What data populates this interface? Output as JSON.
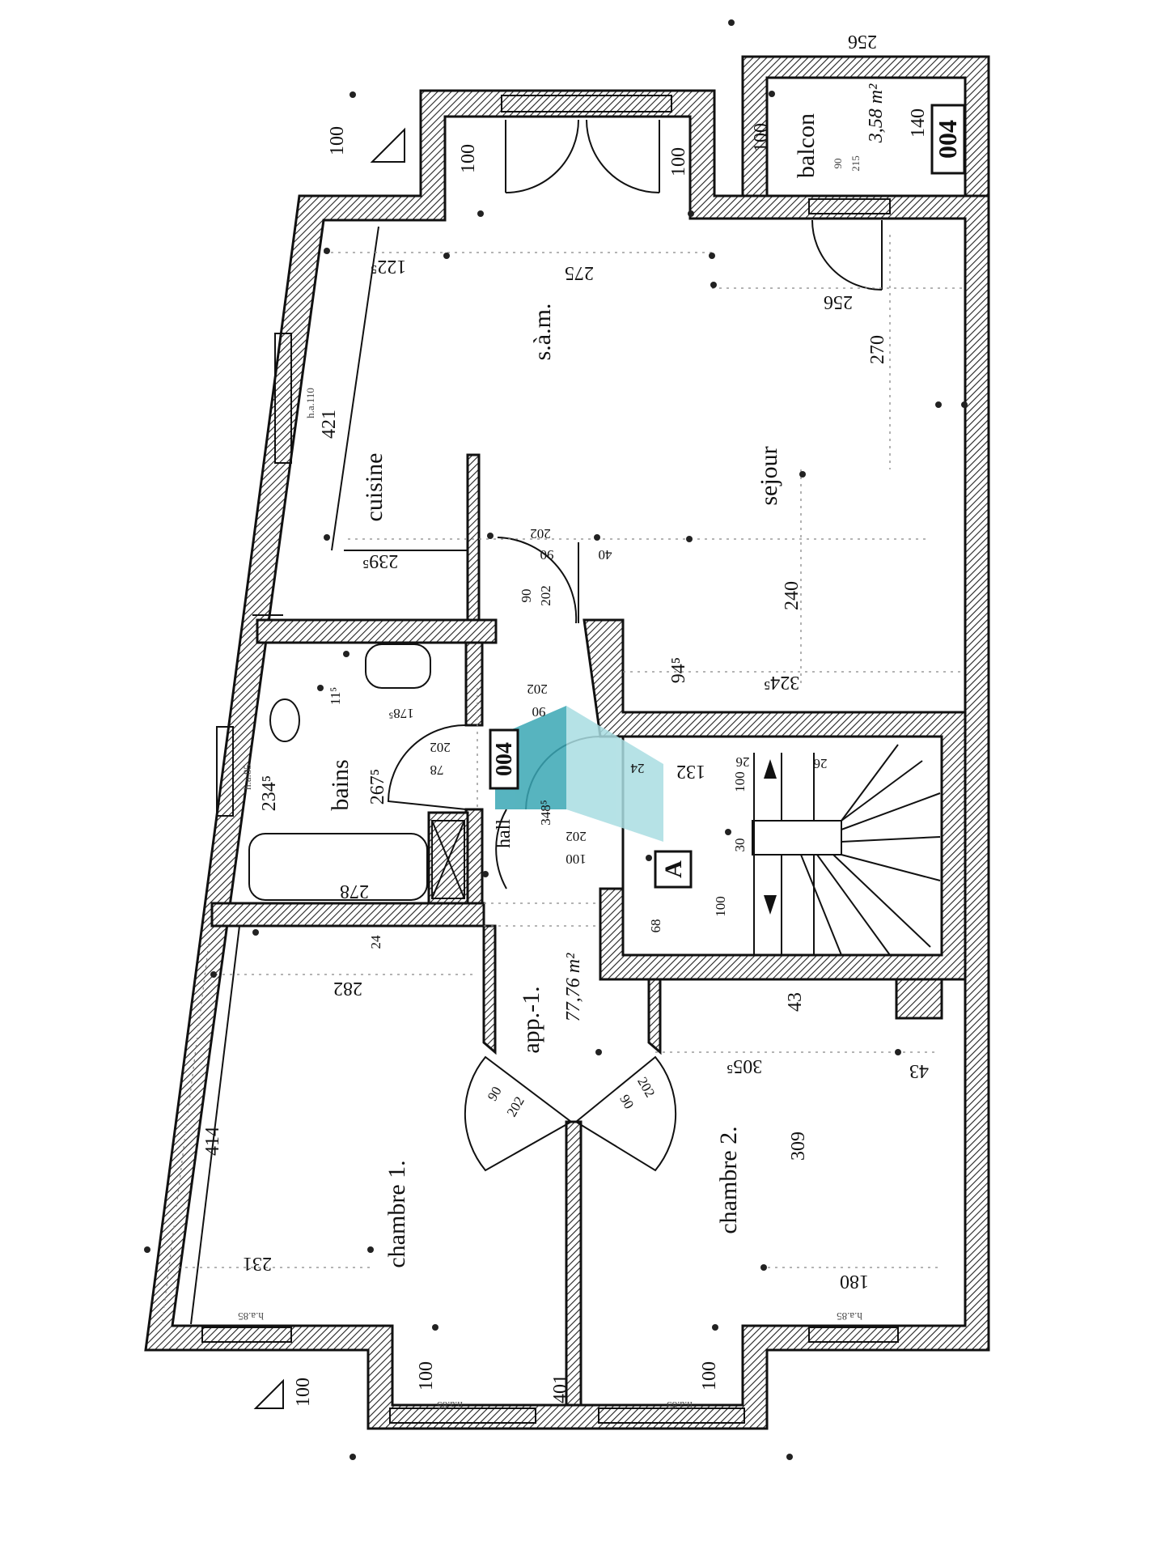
{
  "plan": {
    "apartment": {
      "name": "app.-1.",
      "area": "77,76 m²"
    },
    "unit_code": "004",
    "stair_mark": "A",
    "rooms": {
      "balcon": {
        "name": "balcon",
        "area": "3,58 m²",
        "code": "004"
      },
      "sam": "s.à.m.",
      "sejour": "sejour",
      "cuisine": "cuisine",
      "bains": "bains",
      "hall": "hall",
      "chambre1": "chambre 1.",
      "chambre2": "chambre 2."
    },
    "dimensions": [
      {
        "id": "d01",
        "text": "256"
      },
      {
        "id": "d02",
        "text": "100"
      },
      {
        "id": "d03",
        "text": "140"
      },
      {
        "id": "d04",
        "text": "90"
      },
      {
        "id": "d05",
        "text": "215"
      },
      {
        "id": "d06",
        "text": "100"
      },
      {
        "id": "d07",
        "text": "100"
      },
      {
        "id": "d08",
        "text": "100"
      },
      {
        "id": "d09",
        "text": "122⁵"
      },
      {
        "id": "d10",
        "text": "275"
      },
      {
        "id": "d11",
        "text": "256"
      },
      {
        "id": "d12",
        "text": "270"
      },
      {
        "id": "d13",
        "text": "421"
      },
      {
        "id": "d14",
        "text": "h.a.110"
      },
      {
        "id": "d15",
        "text": "239⁵"
      },
      {
        "id": "d16",
        "text": "202"
      },
      {
        "id": "d17",
        "text": "90"
      },
      {
        "id": "d18",
        "text": "40"
      },
      {
        "id": "d19",
        "text": "90"
      },
      {
        "id": "d20",
        "text": "202"
      },
      {
        "id": "d21",
        "text": "240"
      },
      {
        "id": "d22",
        "text": "94⁵"
      },
      {
        "id": "d23",
        "text": "324⁵"
      },
      {
        "id": "d24",
        "text": "11⁵"
      },
      {
        "id": "d25",
        "text": "178⁵"
      },
      {
        "id": "d26",
        "text": "202"
      },
      {
        "id": "d27",
        "text": "90"
      },
      {
        "id": "d28",
        "text": "202"
      },
      {
        "id": "d29",
        "text": "78"
      },
      {
        "id": "d30",
        "text": "267⁵"
      },
      {
        "id": "d31",
        "text": "234⁵"
      },
      {
        "id": "d32",
        "text": "h.a.85"
      },
      {
        "id": "d33",
        "text": "348⁵"
      },
      {
        "id": "d34",
        "text": "202"
      },
      {
        "id": "d35",
        "text": "100"
      },
      {
        "id": "d36",
        "text": "24"
      },
      {
        "id": "d37",
        "text": "26"
      },
      {
        "id": "d38",
        "text": "26"
      },
      {
        "id": "d39",
        "text": "132"
      },
      {
        "id": "d40",
        "text": "100"
      },
      {
        "id": "d41",
        "text": "30"
      },
      {
        "id": "d42",
        "text": "100"
      },
      {
        "id": "d43",
        "text": "68"
      },
      {
        "id": "d44",
        "text": "278"
      },
      {
        "id": "d45",
        "text": "24"
      },
      {
        "id": "d46",
        "text": "282"
      },
      {
        "id": "d47",
        "text": "43"
      },
      {
        "id": "d48",
        "text": "305⁵"
      },
      {
        "id": "d49",
        "text": "43"
      },
      {
        "id": "d50",
        "text": "90"
      },
      {
        "id": "d51",
        "text": "202"
      },
      {
        "id": "d52",
        "text": "90"
      },
      {
        "id": "d53",
        "text": "202"
      },
      {
        "id": "d54",
        "text": "414"
      },
      {
        "id": "d55",
        "text": "309"
      },
      {
        "id": "d56",
        "text": "231"
      },
      {
        "id": "d57",
        "text": "180"
      },
      {
        "id": "d58",
        "text": "h.a.85"
      },
      {
        "id": "d59",
        "text": "h.a.85"
      },
      {
        "id": "d60",
        "text": "100"
      },
      {
        "id": "d61",
        "text": "100"
      },
      {
        "id": "d62",
        "text": "401"
      },
      {
        "id": "d63",
        "text": "h.a.85"
      },
      {
        "id": "d64",
        "text": "h.a.85"
      },
      {
        "id": "d65",
        "text": "100"
      }
    ],
    "colors": {
      "wall": "#111111",
      "logo": "#3aa7b5",
      "logo_light": "#a9dde2"
    }
  }
}
